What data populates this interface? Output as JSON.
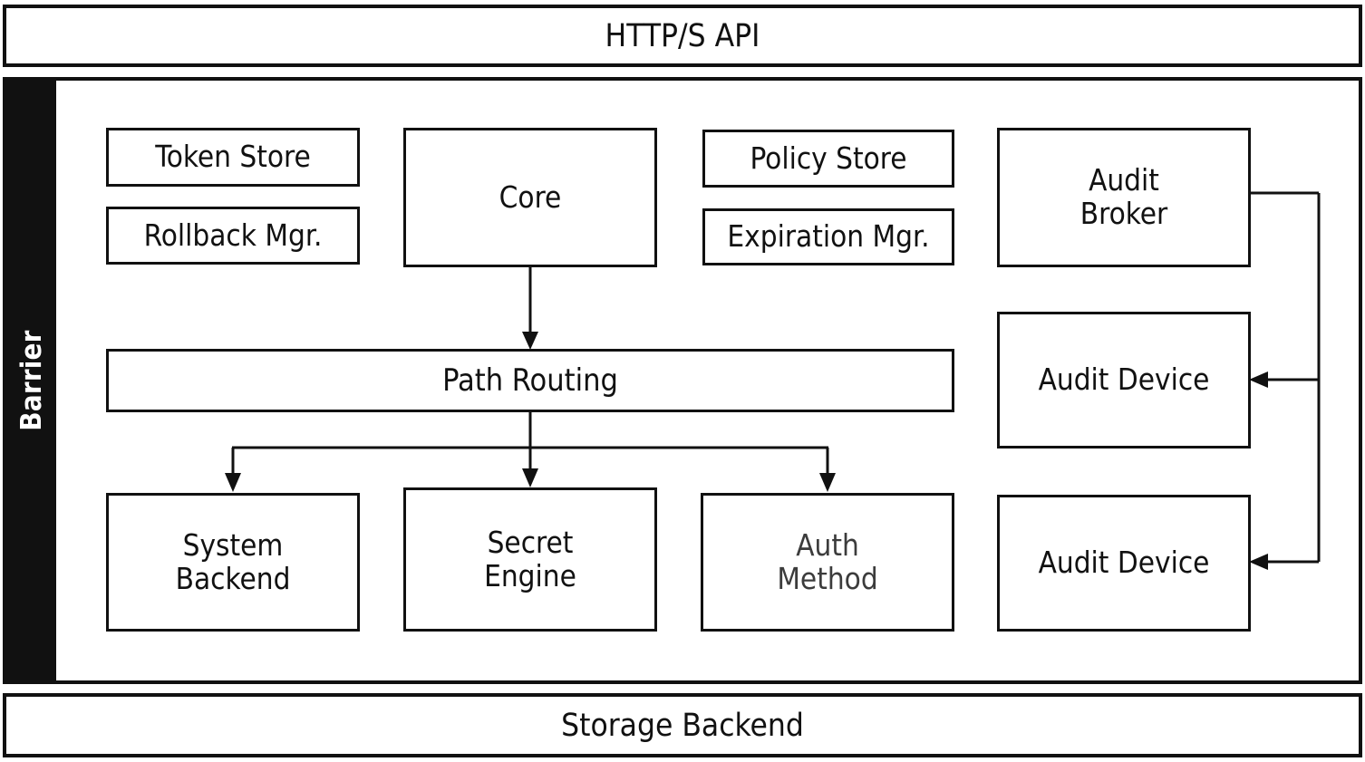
{
  "header": {
    "title": "HTTP/S API"
  },
  "barrier": {
    "label": "Barrier"
  },
  "footer": {
    "title": "Storage Backend"
  },
  "nodes": {
    "token_store": "Token Store",
    "rollback_mgr": "Rollback Mgr.",
    "core": "Core",
    "policy_store": "Policy Store",
    "expiration_mgr": "Expiration Mgr.",
    "audit_broker": "Audit\nBroker",
    "path_routing": "Path Routing",
    "system_backend": "System\nBackend",
    "secret_engine": "Secret\nEngine",
    "auth_method": "Auth\nMethod",
    "audit_device_1": "Audit Device",
    "audit_device_2": "Audit Device"
  },
  "colors": {
    "stroke": "#111111",
    "background": "#ffffff",
    "barrier_fill": "#111111",
    "barrier_text": "#ffffff",
    "muted_text": "#3c3c3c"
  },
  "connections": [
    {
      "from": "core",
      "to": "path_routing"
    },
    {
      "from": "path_routing",
      "to": "system_backend"
    },
    {
      "from": "path_routing",
      "to": "secret_engine"
    },
    {
      "from": "path_routing",
      "to": "auth_method"
    },
    {
      "from": "audit_broker",
      "to": "audit_device_1"
    },
    {
      "from": "audit_broker",
      "to": "audit_device_2"
    }
  ]
}
